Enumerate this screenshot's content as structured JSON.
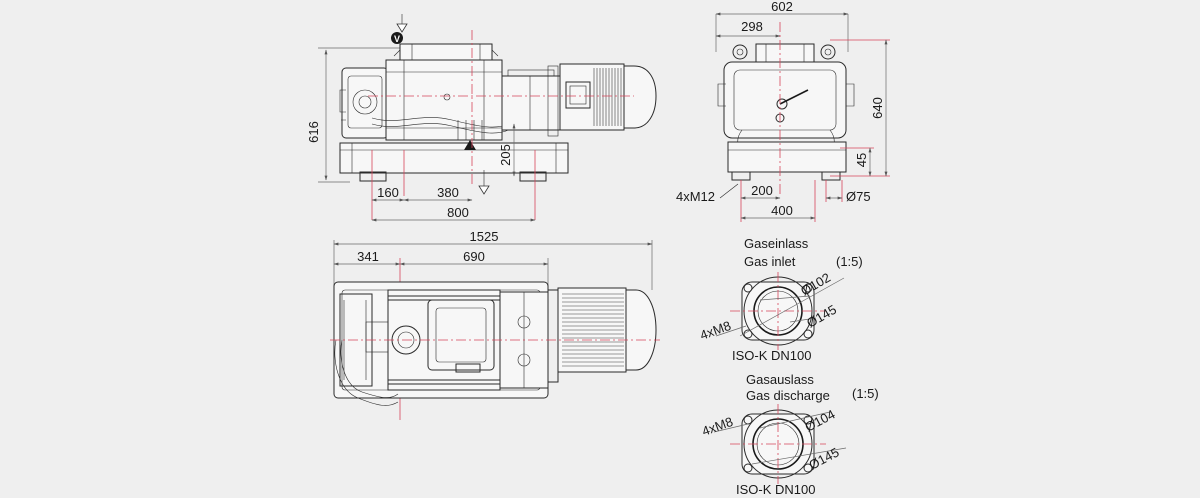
{
  "dimensions": {
    "side_height": "616",
    "side_205": "205",
    "side_160": "160",
    "side_380": "380",
    "side_800": "800",
    "end_602": "602",
    "end_298": "298",
    "end_640": "640",
    "end_45": "45",
    "end_4xM12": "4xM12",
    "end_200": "200",
    "end_d75": "Ø75",
    "end_400": "400",
    "top_1525": "1525",
    "top_341": "341",
    "top_690": "690"
  },
  "inlet": {
    "title_de": "Gaseinlass",
    "title_en": "Gas inlet",
    "scale": "(1:5)",
    "d_inner": "Ø102",
    "d_outer": "Ø145",
    "bolts": "4xM8",
    "standard": "ISO-K  DN100"
  },
  "outlet": {
    "title_de": "Gasauslass",
    "title_en": "Gas discharge",
    "scale": "(1:5)",
    "d_inner": "Ø104",
    "d_outer": "Ø145",
    "bolts": "4xM8",
    "standard": "ISO-K  DN100"
  },
  "flow_mark": "V"
}
